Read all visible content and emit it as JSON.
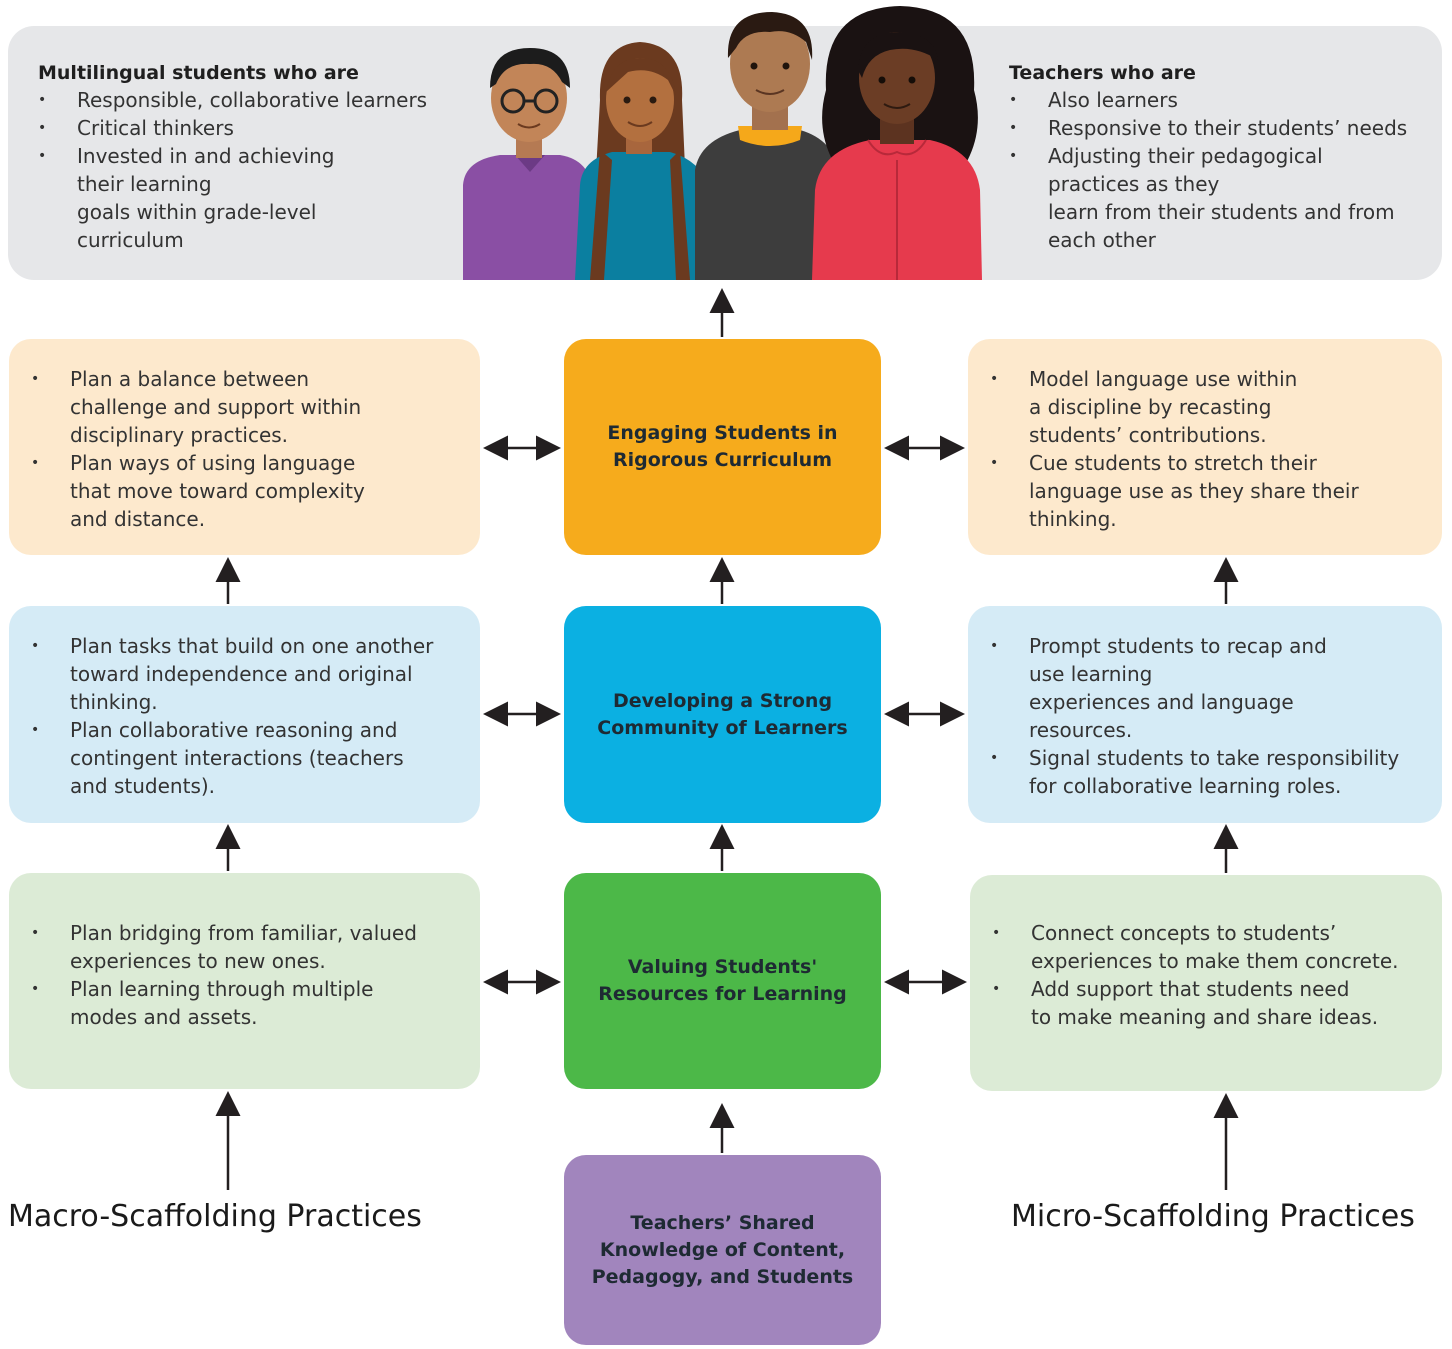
{
  "colors": {
    "banner": "#e6e7e9",
    "orange": "#f6ab1c",
    "orange_light": "#fde9cd",
    "blue": "#0bb0e2",
    "blue_light": "#d5ebf6",
    "green": "#4cb848",
    "green_light": "#dcebd6",
    "purple": "#a185bd"
  },
  "banner": {
    "students": {
      "heading": "Multilingual students who are",
      "items": [
        "Responsible, collaborative learners",
        "Critical thinkers",
        "Invested in and achieving\ntheir learning\ngoals within grade-level\ncurriculum"
      ]
    },
    "teachers": {
      "heading": "Teachers who are",
      "items": [
        "Also learners",
        "Responsive to their students’ needs",
        "Adjusting their pedagogical\npractices as they\nlearn from their students and from\neach other"
      ]
    }
  },
  "center": {
    "engaging": "Engaging Students in\nRigorous Curriculum",
    "community": "Developing a Strong\nCommunity of Learners",
    "valuing": "Valuing Students'\nResources for Learning",
    "knowledge": "Teachers’ Shared\nKnowledge of Content,\nPedagogy, and Students"
  },
  "macro": {
    "title": "Macro-Scaffolding Practices",
    "row1": [
      "Plan a balance between\nchallenge and support within\ndisciplinary practices.",
      "Plan ways of using language\nthat move toward complexity\nand distance."
    ],
    "row2": [
      "Plan tasks that build on one another\ntoward independence and original\nthinking.",
      "Plan collaborative reasoning and\ncontingent interactions (teachers\nand students)."
    ],
    "row3": [
      "Plan bridging from familiar, valued\nexperiences to new ones.",
      "Plan learning through multiple\nmodes and assets."
    ]
  },
  "micro": {
    "title": "Micro-Scaffolding Practices",
    "row1": [
      "Model language use within\na discipline by recasting\nstudents’ contributions.",
      "Cue students to stretch their\nlanguage use as they share their\nthinking."
    ],
    "row2": [
      "Prompt students to recap and\nuse learning\nexperiences and language\nresources.",
      "Signal students to take responsibility\nfor collaborative learning roles."
    ],
    "row3": [
      "Connect concepts to students’\nexperiences to make them concrete.",
      "Add support that students need\nto make meaning and share ideas."
    ]
  }
}
